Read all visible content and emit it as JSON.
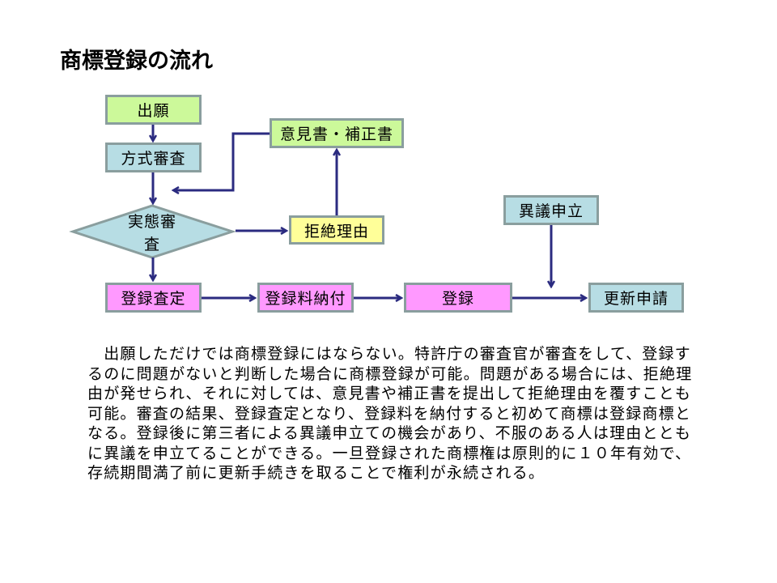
{
  "title": "商標登録の流れ",
  "colors": {
    "arrow": "#2b2b80",
    "box_border": "#8a9e9e",
    "green": "#ccf99a",
    "blue": "#b7dde4",
    "yellow": "#ffff99",
    "pink": "#ff99ff"
  },
  "nodes": {
    "application": "出願",
    "formality_exam": "方式審査",
    "substantive_exam_line1": "実態審",
    "substantive_exam_line2": "査",
    "opinion_amendment": "意見書・補正書",
    "rejection_reason": "拒絶理由",
    "registration_decision": "登録査定",
    "fee_payment": "登録料納付",
    "registration": "登録",
    "opposition": "異議申立",
    "renewal": "更新申請"
  },
  "edges": [
    {
      "from": "出願",
      "to": "方式審査"
    },
    {
      "from": "方式審査",
      "to": "実態審査"
    },
    {
      "from": "実態審査",
      "to": "拒絶理由"
    },
    {
      "from": "拒絶理由",
      "to": "意見書・補正書"
    },
    {
      "from": "意見書・補正書",
      "to": "実態審査"
    },
    {
      "from": "実態審査",
      "to": "登録査定"
    },
    {
      "from": "登録査定",
      "to": "登録料納付"
    },
    {
      "from": "登録料納付",
      "to": "登録"
    },
    {
      "from": "登録",
      "to": "更新申請"
    },
    {
      "from": "異議申立",
      "to": "登録→更新申請"
    }
  ],
  "description_lines": [
    "　出願しただけでは商標登録にはならない。特許庁の審査官が審査をして、登録す",
    "るのに問題がないと判断した場合に商標登録が可能。問題がある場合には、拒絶理",
    "由が発せられ、それに対しては、意見書や補正書を提出して拒絶理由を覆すことも",
    "可能。審査の結果、登録査定となり、登録料を納付すると初めて商標は登録商標と",
    "なる。登録後に第三者による異議申立ての機会があり、不服のある人は理由ととも",
    "に異議を申立てることができる。一旦登録された商標権は原則的に１０年有効で、",
    "存続期間満了前に更新手続きを取ることで権利が永続される。"
  ]
}
